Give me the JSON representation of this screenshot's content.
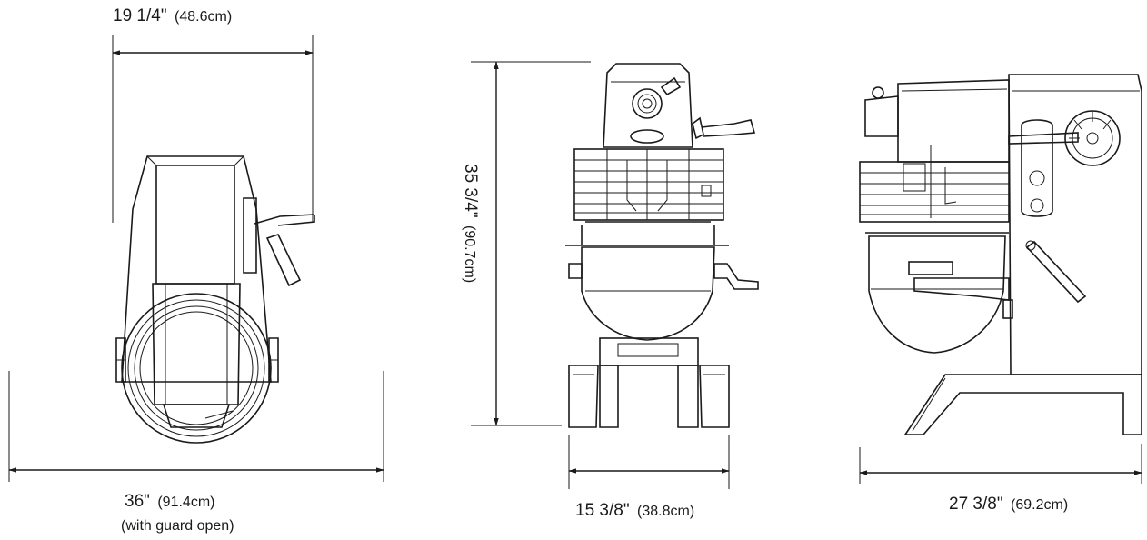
{
  "views": {
    "top": {
      "width_in": "19 1/4\"",
      "width_cm": "(48.6cm)",
      "depth_in": "36\"",
      "depth_cm": "(91.4cm)",
      "depth_note": "(with guard open)"
    },
    "front": {
      "height_in": "35 3/4\"",
      "height_cm": "(90.7cm)",
      "width_in": "15 3/8\"",
      "width_cm": "(38.8cm)"
    },
    "side": {
      "depth_in": "27 3/8\"",
      "depth_cm": "(69.2cm)"
    }
  }
}
